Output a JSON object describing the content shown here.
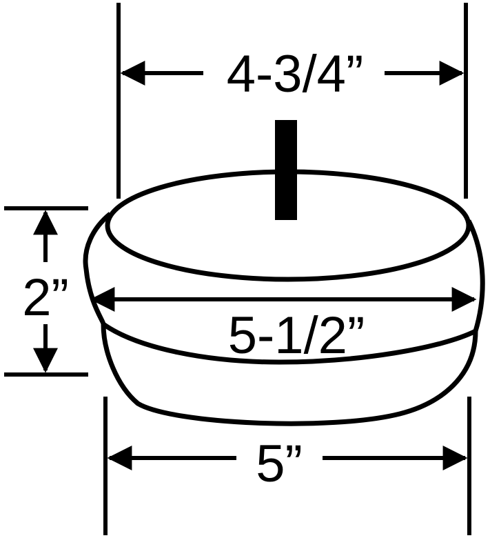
{
  "diagram": {
    "dimensions": {
      "top_width": "4-3/4”",
      "height": "2”",
      "max_diameter": "5-1/2”",
      "base_width": "5”"
    }
  },
  "colors": {
    "ink": "#000000",
    "background": "#ffffff"
  }
}
